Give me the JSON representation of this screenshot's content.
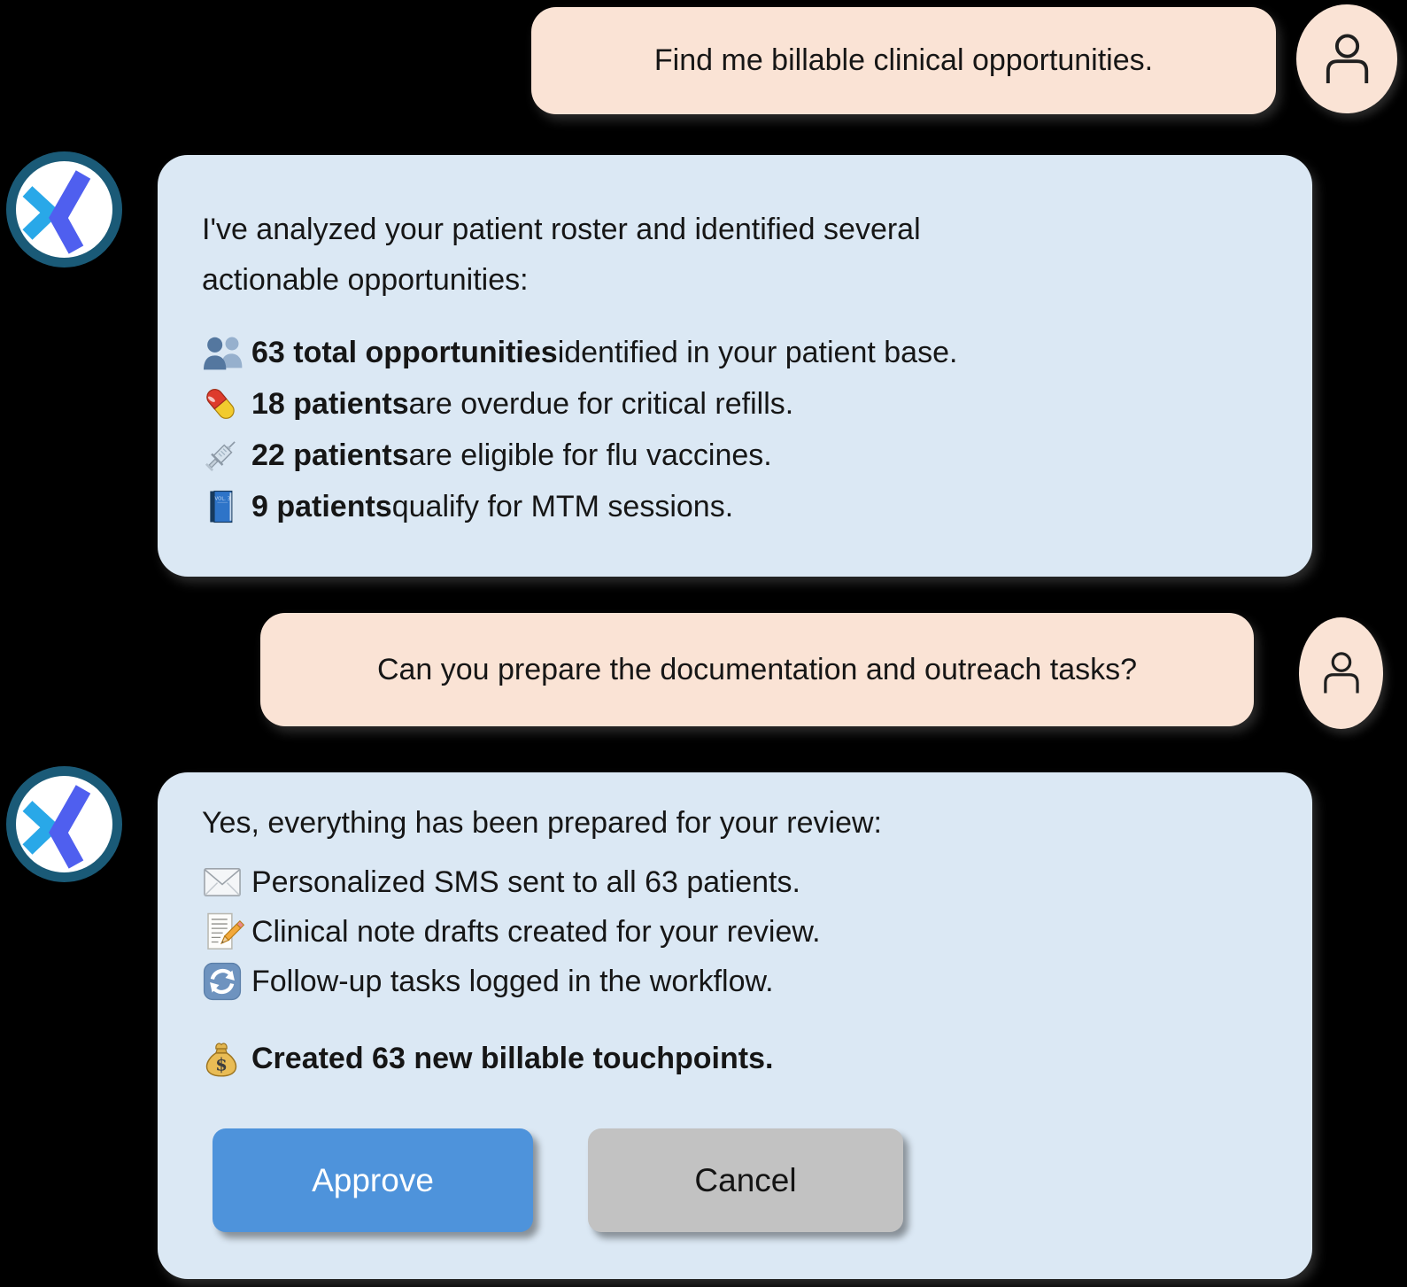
{
  "conversation": {
    "user_message_1": {
      "text": "Find me billable clinical opportunities."
    },
    "assistant_message_1": {
      "intro_line_1": "I've analyzed your patient roster and identified several",
      "intro_line_2": "actionable opportunities:",
      "items": [
        {
          "icon": "people-icon",
          "emoji": "👥",
          "bold": "63 total opportunities",
          "text": " identified in your patient base."
        },
        {
          "icon": "pill-icon",
          "emoji": "💊",
          "bold": "18 patients",
          "text": " are overdue for critical refills."
        },
        {
          "icon": "syringe-icon",
          "emoji": "💉",
          "bold": "22 patients",
          "text": " are eligible for flu vaccines."
        },
        {
          "icon": "book-icon",
          "emoji": "📘",
          "bold": "9 patients",
          "text": " qualify for MTM sessions."
        }
      ]
    },
    "user_message_2": {
      "text": "Can you prepare the documentation and outreach tasks?"
    },
    "assistant_message_2": {
      "intro": "Yes, everything has been prepared for your review:",
      "items": [
        {
          "icon": "envelope-icon",
          "emoji": "✉️",
          "text": "Personalized SMS sent to all 63 patients."
        },
        {
          "icon": "memo-icon",
          "emoji": "📝",
          "text": "Clinical note drafts created for your review."
        },
        {
          "icon": "refresh-icon",
          "emoji": "🔄",
          "text": "Follow-up tasks logged in the workflow."
        }
      ],
      "highlight": {
        "icon": "moneybag-icon",
        "emoji": "💰",
        "text": "Created 63 new billable touchpoints."
      },
      "buttons": [
        {
          "label": "Approve",
          "style": "primary"
        },
        {
          "label": "Cancel",
          "style": "secondary"
        }
      ]
    }
  },
  "colors": {
    "background": "#000000",
    "user_bubble": "#FAE3D5",
    "assistant_bubble": "#DBE8F4",
    "text": "#161616",
    "approve_button": "#4E93DB",
    "approve_text": "#FFFFFF",
    "cancel_button": "#C2C2C2",
    "cancel_text": "#141414",
    "logo_ring": "#1A5A77",
    "logo_chevron": "#29A8E8",
    "logo_slash": "#4F5FEF",
    "avatar_bg": "#FAE3D5"
  }
}
